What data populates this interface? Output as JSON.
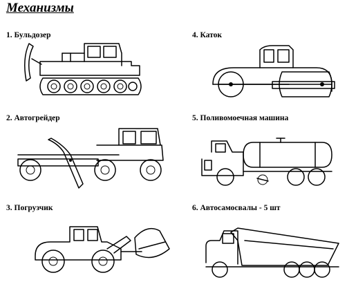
{
  "page": {
    "title": "Механизмы"
  },
  "items": [
    {
      "label": "1. Бульдозер"
    },
    {
      "label": "4. Каток"
    },
    {
      "label": "2. Автогрейдер"
    },
    {
      "label": "5. Поливомоечная машина"
    },
    {
      "label": "3. Погрузчик"
    },
    {
      "label": "6. Автосамосвалы - 5 шт"
    }
  ]
}
